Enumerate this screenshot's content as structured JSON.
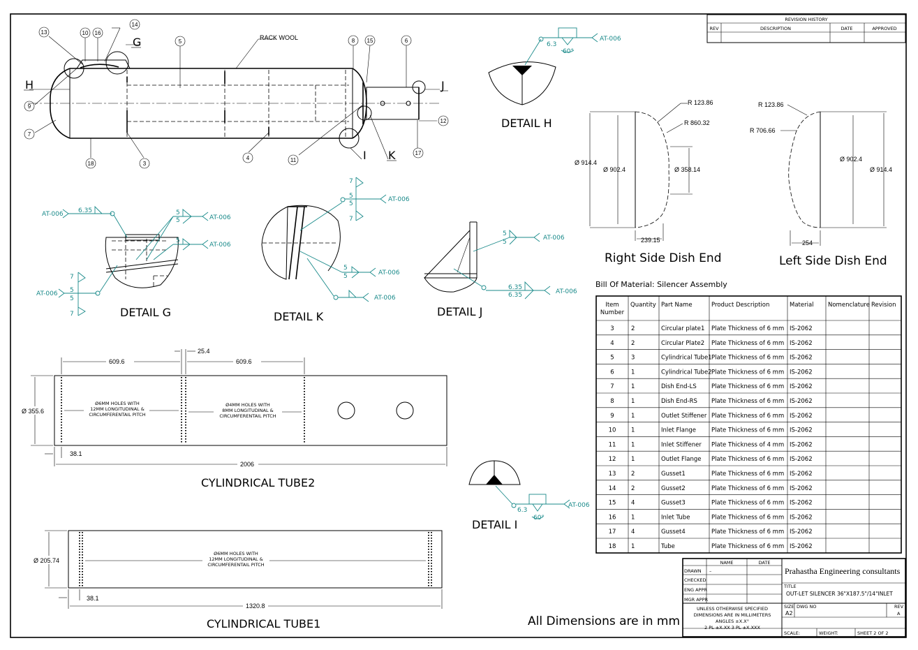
{
  "revision_history": {
    "title": "REVISION HISTORY",
    "columns": [
      "REV",
      "DESCRIPTION",
      "DATE",
      "APPROVED"
    ]
  },
  "assembly": {
    "rack_wool": "RACK WOOL",
    "detail_letters": {
      "G": "G",
      "H": "H",
      "I": "I",
      "J": "J",
      "K": "K"
    },
    "balloons": [
      "13",
      "10",
      "16",
      "14",
      "5",
      "8",
      "15",
      "6",
      "9",
      "7",
      "18",
      "3",
      "4",
      "11",
      "17",
      "12"
    ]
  },
  "details": {
    "h": "DETAIL H",
    "g": "DETAIL G",
    "k": "DETAIL K",
    "j": "DETAIL J",
    "i": "DETAIL I"
  },
  "weld": {
    "ref": "AT-006",
    "h_size": "6.3",
    "h_angle": "60°",
    "i_size": "6.3",
    "i_angle": "60°",
    "g_fillet": "6.35",
    "g_five": "5",
    "g_seven": "7",
    "j_five": "5",
    "j_size": "6.35"
  },
  "dish_right": {
    "title": "Right Side Dish End",
    "r1": "R 123.86",
    "r2": "R 860.32",
    "d_outer": "Ø 914.4",
    "d_inner": "Ø 902.4",
    "d_hole": "Ø 358.14",
    "depth": "239.15"
  },
  "dish_left": {
    "title": "Left Side Dish End",
    "r1": "R 123.86",
    "r2": "R 706.66",
    "d_inner": "Ø 902.4",
    "d_outer": "Ø 914.4",
    "depth": "254"
  },
  "tube2": {
    "title": "CYLINDRICAL TUBE2",
    "dim_a": "609.6",
    "dim_gap": "25.4",
    "dim_b": "609.6",
    "dia": "Ø 355.6",
    "offset": "38.1",
    "length": "2006",
    "note_a": [
      "Ø6MM HOLES WITH",
      "12MM LONGITUDINAL &",
      "CIRCUMFERENTAIL PITCH"
    ],
    "note_b": [
      "Ø4MM HOLES WITH",
      "8MM LONGITUDINAL &",
      "CIRCUMFERENTAIL PITCH"
    ]
  },
  "tube1": {
    "title": "CYLINDRICAL TUBE1",
    "dia": "Ø 205.74",
    "offset": "38.1",
    "length": "1320.8",
    "note": [
      "Ø6MM HOLES WITH",
      "12MM LONGITUDINAL &",
      "CIRCUMFERENTAIL PITCH"
    ]
  },
  "bom": {
    "title": "Bill Of Material: Silencer Assembly",
    "headers": [
      "Item Number",
      "Quantity",
      "Part Name",
      "Product Description",
      "Material",
      "Nomenclature",
      "Revision"
    ],
    "rows": [
      [
        "3",
        "2",
        "Circular plate1",
        "Plate Thickness of 6 mm",
        "IS-2062"
      ],
      [
        "4",
        "2",
        "Circular Plate2",
        "Plate Thickness of 6 mm",
        "IS-2062"
      ],
      [
        "5",
        "3",
        "Cylindrical Tube1",
        "Plate Thickness of 6 mm",
        "IS-2062"
      ],
      [
        "6",
        "1",
        "Cylindrical Tube2",
        "Plate Thickness of 6 mm",
        "IS-2062"
      ],
      [
        "7",
        "1",
        "Dish End-LS",
        "Plate Thickness of 6 mm",
        "IS-2062"
      ],
      [
        "8",
        "1",
        "Dish End-RS",
        "Plate Thickness of 6 mm",
        "IS-2062"
      ],
      [
        "9",
        "1",
        "Outlet Stiffener",
        "Plate Thickness of 6 mm",
        "IS-2062"
      ],
      [
        "10",
        "1",
        "Inlet Flange",
        "Plate Thickness of 6 mm",
        "IS-2062"
      ],
      [
        "11",
        "1",
        "Inlet Stiffener",
        "Plate Thickness of 4 mm",
        "IS-2062"
      ],
      [
        "12",
        "1",
        "Outlet Flange",
        "Plate Thickness of 6 mm",
        "IS-2062"
      ],
      [
        "13",
        "2",
        "Gusset1",
        "Plate Thickness of 6 mm",
        "IS-2062"
      ],
      [
        "14",
        "2",
        "Gusset2",
        "Plate Thickness of 6 mm",
        "IS-2062"
      ],
      [
        "15",
        "4",
        "Gusset3",
        "Plate Thickness of 6 mm",
        "IS-2062"
      ],
      [
        "16",
        "1",
        "Inlet Tube",
        "Plate Thickness of 6 mm",
        "IS-2062"
      ],
      [
        "17",
        "4",
        "Gusset4",
        "Plate Thickness of 6 mm",
        "IS-2062"
      ],
      [
        "18",
        "1",
        "Tube",
        "Plate Thickness of 6 mm",
        "IS-2062"
      ]
    ]
  },
  "title_block": {
    "name_h": "NAME",
    "date_h": "DATE",
    "drawn": "DRAWN",
    "drawn_val": "–",
    "checked": "CHECKED",
    "eng_appr": "ENG APPR",
    "mgr_appr": "MGR APPR",
    "company": "Prahastha Engineering consultants",
    "title_lbl": "TITLE",
    "title": "OUT-LET SILENCER 36\"X187.5\"/14\"INLET",
    "note": [
      "UNLESS OTHERWISE SPECIFIED",
      "DIMENSIONS ARE IN MILLIMETERS",
      "ANGLES ±X.X°",
      "2 PL ±X.XX 3 PL ±X.XXX"
    ],
    "size_lbl": "SIZE",
    "size": "A2",
    "dwg_lbl": "DWG NO",
    "rev_lbl": "REV",
    "rev": "A",
    "scale": "SCALE:",
    "weight": "WEIGHT:",
    "sheet": "SHEET 2 OF 2"
  },
  "footer_note": "All Dimensions are in mm"
}
